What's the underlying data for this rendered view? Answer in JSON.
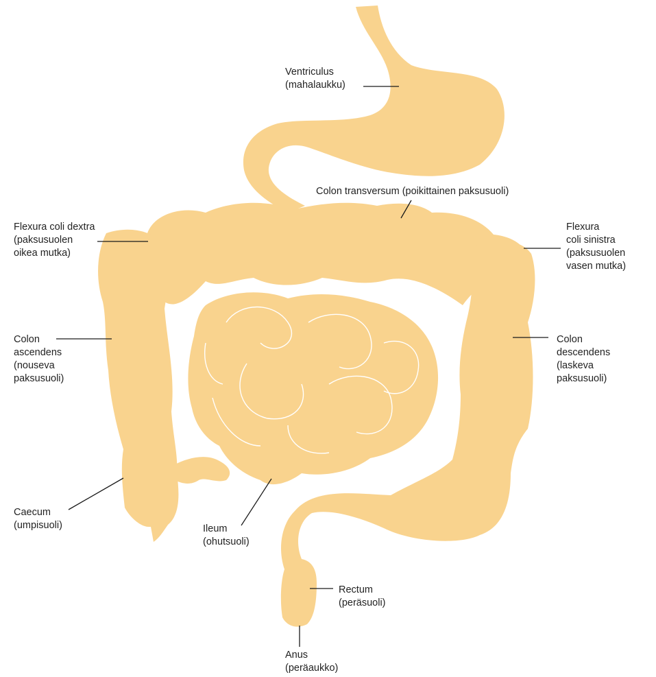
{
  "colors": {
    "organ": "#f9d38e",
    "outline": "#ffffff",
    "leader": "#1a1a1a",
    "text": "#222222"
  },
  "labels": {
    "ventriculus": [
      "Ventriculus",
      "(mahalaukku)"
    ],
    "colon_transversum": [
      "Colon transversum (poikittainen paksusuoli)"
    ],
    "flexura_dextra": [
      "Flexura coli dextra",
      "(paksusuolen",
      "oikea mutka)"
    ],
    "flexura_sinistra": [
      "Flexura",
      "coli sinistra",
      "(paksusuolen",
      "vasen mutka)"
    ],
    "colon_ascendens": [
      "Colon",
      "ascendens",
      "(nouseva",
      "paksusuoli)"
    ],
    "colon_descendens": [
      "Colon",
      "descendens",
      "(laskeva",
      "paksusuoli)"
    ],
    "caecum": [
      "Caecum",
      "(umpisuoli)"
    ],
    "ileum": [
      "Ileum",
      "(ohutsuoli)"
    ],
    "rectum": [
      "Rectum",
      "(peräsuoli)"
    ],
    "anus": [
      "Anus",
      "(peräaukko)"
    ]
  }
}
